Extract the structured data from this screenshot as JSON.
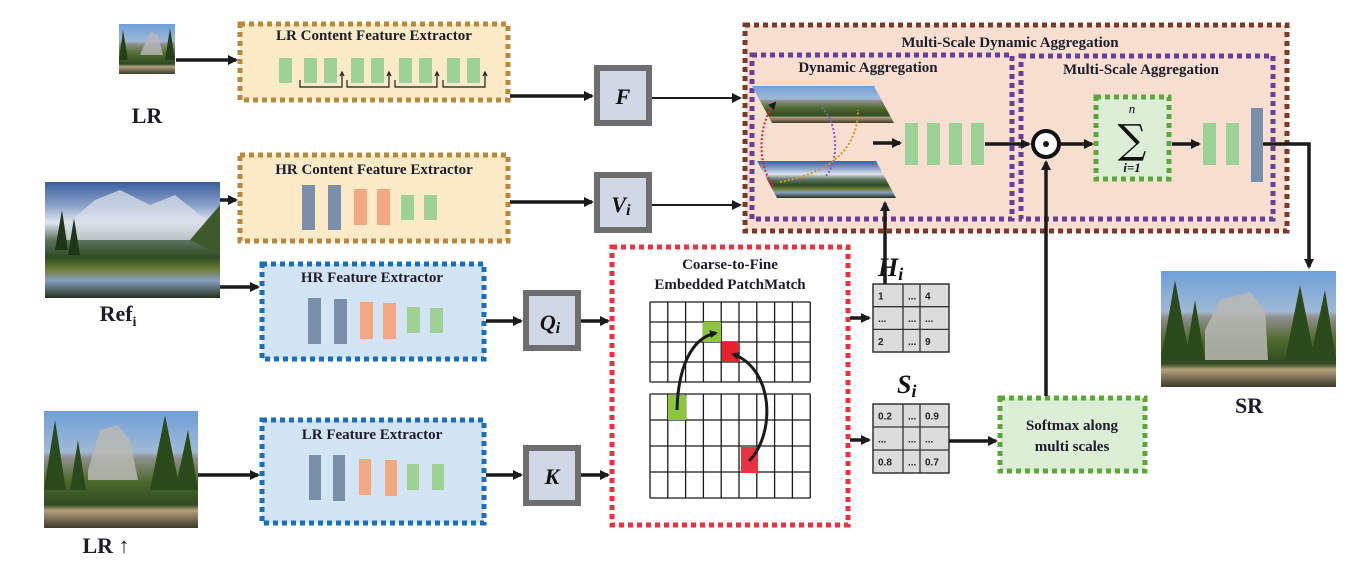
{
  "colors": {
    "content_extractor_border": "#b8893a",
    "content_extractor_fill": "#fdebc8",
    "feature_extractor_border": "#1a6fb8",
    "feature_extractor_fill": "#d3e4f4",
    "patchmatch_border": "#e8323f",
    "msda_border": "#7a3a28",
    "msda_fill": "#f9dfd0",
    "aggregation_border": "#6a3d9a",
    "softmax_border": "#5aa83a",
    "softmax_fill": "#dcefd6",
    "layer_green": "#9dd196",
    "layer_blue": "#7a8fa8",
    "layer_orange": "#f4a882",
    "tensor_box_border": "#6e6e6e",
    "tensor_box_fill": "#cfd8e4",
    "arrow": "#1a1a1a"
  },
  "inputs": {
    "lr": {
      "label": "LR"
    },
    "ref": {
      "label": "Ref",
      "subscript": "i"
    },
    "lr_up": {
      "label": "LR ↑"
    }
  },
  "output": {
    "label": "SR"
  },
  "modules": {
    "lr_content_extractor": {
      "title": "LR Content Feature Extractor"
    },
    "hr_content_extractor": {
      "title": "HR Content Feature Extractor"
    },
    "hr_feature_extractor": {
      "title": "HR Feature Extractor"
    },
    "lr_feature_extractor": {
      "title": "LR Feature Extractor"
    },
    "patchmatch": {
      "title_line1": "Coarse-to-Fine",
      "title_line2": "Embedded PatchMatch"
    },
    "msda": {
      "title": "Multi-Scale Dynamic Aggregation"
    },
    "dynamic_aggregation": {
      "title": "Dynamic Aggregation"
    },
    "multi_scale_aggregation": {
      "title": "Multi-Scale Aggregation"
    },
    "softmax": {
      "line1": "Softmax along",
      "line2": "multi scales"
    }
  },
  "tensors": {
    "F": {
      "symbol": "F",
      "subscript": ""
    },
    "V": {
      "symbol": "V",
      "subscript": "i"
    },
    "Q": {
      "symbol": "Q",
      "subscript": "i"
    },
    "K": {
      "symbol": "K",
      "subscript": ""
    },
    "H": {
      "symbol": "H",
      "subscript": "i"
    },
    "S": {
      "symbol": "S",
      "subscript": "i"
    }
  },
  "sum": {
    "upper": "n",
    "lower": "i=1",
    "symbol": "∑"
  },
  "index_map_H": [
    [
      "1",
      "...",
      "4"
    ],
    [
      "...",
      "...",
      "..."
    ],
    [
      "2",
      "...",
      "9"
    ]
  ],
  "score_map_S": [
    [
      "0.2",
      "...",
      "0.9"
    ],
    [
      "...",
      "...",
      "..."
    ],
    [
      "0.8",
      "...",
      "0.7"
    ]
  ],
  "operator": {
    "name": "element-wise product",
    "symbol": "⊙"
  }
}
